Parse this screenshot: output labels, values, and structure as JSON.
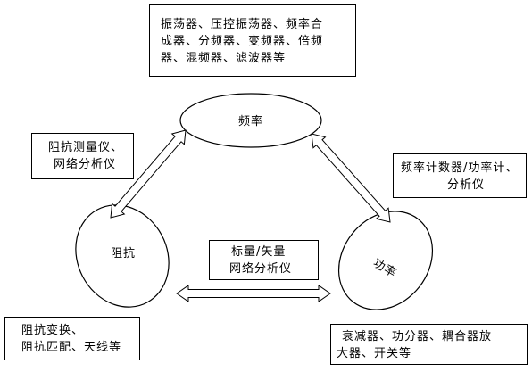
{
  "nodes": {
    "frequency": "频率",
    "impedance": "阻抗",
    "power": "功率"
  },
  "boxes": {
    "top_devices": [
      "振荡器、压控振荡器、频率合",
      "成器、分频器、变频器、倍频",
      "器、混频器、滤波器等"
    ],
    "left_instruments": [
      "阻抗测量仪、",
      "网络分析仪"
    ],
    "right_instruments": [
      "频率计数器/功率计、",
      "分析仪"
    ],
    "center_instruments": [
      "标量/矢量",
      "网络分析仪"
    ],
    "bottom_left_devices": [
      "阻抗变换、",
      "阻抗匹配、天线等"
    ],
    "bottom_right_devices": [
      "衰减器、功分器、耦合器放",
      "大器、开关等"
    ]
  }
}
